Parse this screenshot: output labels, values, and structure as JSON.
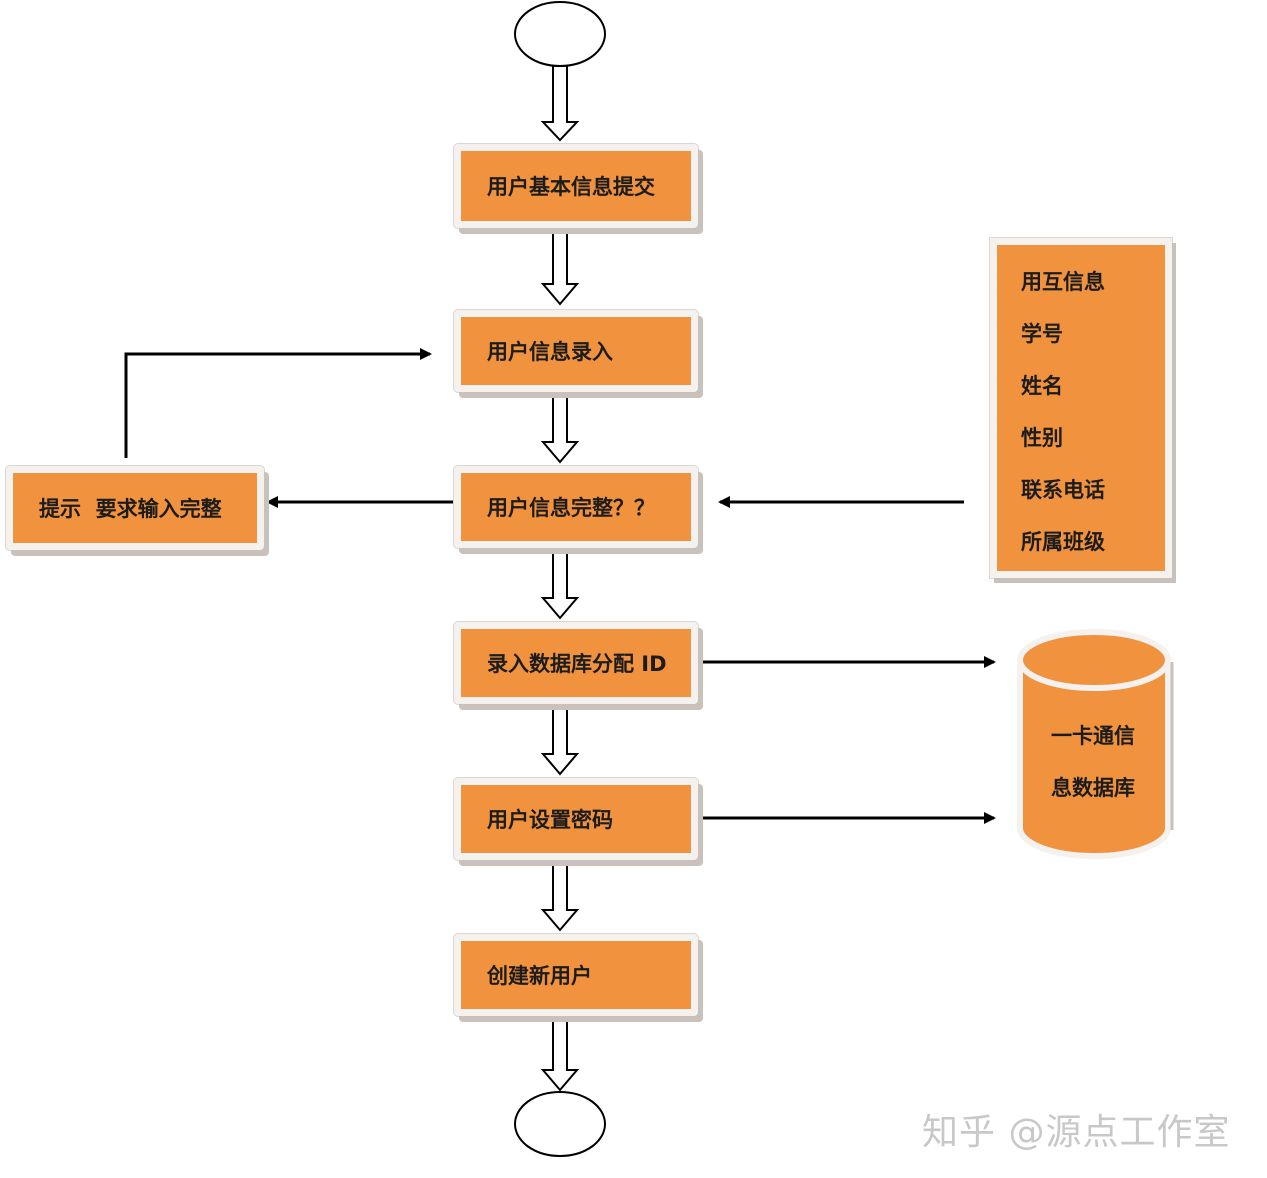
{
  "flow": {
    "step1": "用户基本信息提交",
    "step2": "用户信息录入",
    "step3": "用户信息完整？？",
    "prompt": "提示  要求输入完整",
    "step4": "录入数据库分配 ID",
    "step5": "用户设置密码",
    "step6": "创建新用户"
  },
  "info_panel": {
    "title": "用互信息",
    "fields": [
      "学号",
      "姓名",
      "性别",
      "联系电话",
      "所属班级"
    ]
  },
  "database": {
    "line1": "一卡通信",
    "line2": "息数据库"
  },
  "watermark": "知乎 @源点工作室",
  "colors": {
    "box_fill": "#f0923e",
    "box_border": "#f4f1ef",
    "arrow": "#000000"
  }
}
